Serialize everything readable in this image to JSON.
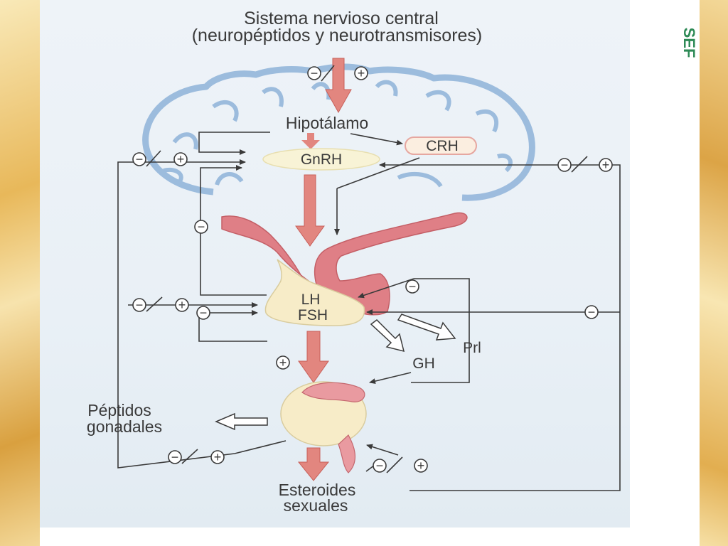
{
  "title": {
    "line1": "Sistema nervioso central",
    "line2": "(neuropéptidos y neurotransmisores)"
  },
  "labels": {
    "hipotalamo": "Hipotálamo",
    "gnrh": "GnRH",
    "crh": "CRH",
    "lh": "LH",
    "fsh": "FSH",
    "prl": "Prl",
    "gh": "GH",
    "peptidos_line1": "Péptidos",
    "peptidos_line2": "gonadales",
    "esteroides_line1": "Esteroides",
    "esteroides_line2": "sexuales"
  },
  "signs": {
    "minus": "−",
    "plus": "+"
  },
  "colors": {
    "arrow_red": "#e2867f",
    "brain_blue": "#8fb3d9",
    "pituitary_pink": "#df7f86",
    "gland_cream": "#f7ecc8",
    "line": "#3a3a3a"
  },
  "stamp": "SEF"
}
